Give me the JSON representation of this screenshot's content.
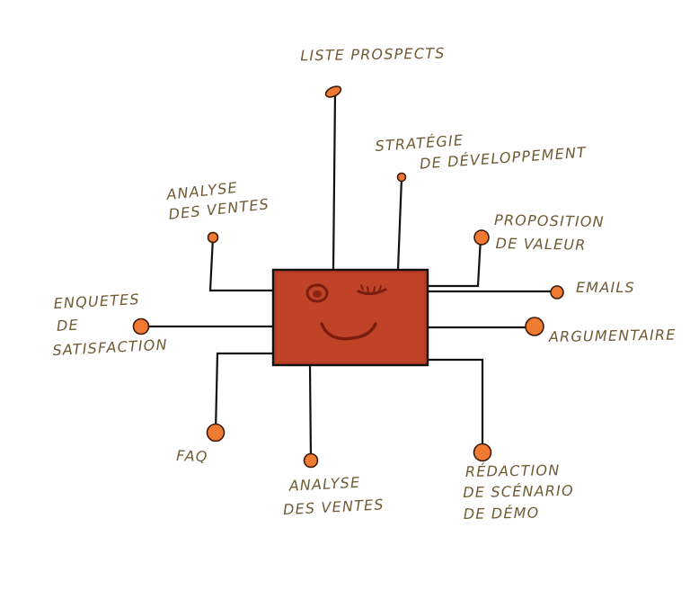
{
  "colors": {
    "node_fill": "#f07a32",
    "box_fill": "#b83c24",
    "box_stroke": "#111111",
    "label_color": "#6e5a34",
    "face_color": "#7a1e10"
  },
  "center": {
    "icon": "winking-smiley-icon"
  },
  "nodes": [
    {
      "id": "liste-prospects",
      "label_lines": [
        "LISTE PROSPECTS"
      ]
    },
    {
      "id": "strategie-developpement",
      "label_lines": [
        "STRATÉGIE",
        "DE DÉVELOPPEMENT"
      ]
    },
    {
      "id": "analyse-ventes-top",
      "label_lines": [
        "ANALYSE",
        "DES VENTES"
      ]
    },
    {
      "id": "proposition-valeur",
      "label_lines": [
        "PROPOSITION",
        "DE VALEUR"
      ]
    },
    {
      "id": "emails",
      "label_lines": [
        "EMAILS"
      ]
    },
    {
      "id": "enquetes-satisfaction",
      "label_lines": [
        "ENQUETES",
        "DE",
        "SATISFACTION"
      ]
    },
    {
      "id": "argumentaire",
      "label_lines": [
        "ARGUMENTAIRE"
      ]
    },
    {
      "id": "faq",
      "label_lines": [
        "FAQ"
      ]
    },
    {
      "id": "analyse-ventes-bottom",
      "label_lines": [
        "ANALYSE",
        "DES VENTES"
      ]
    },
    {
      "id": "redaction-scenario-demo",
      "label_lines": [
        "RÉDACTION",
        "DE SCÉNARIO",
        "DE DÉMO"
      ]
    }
  ]
}
